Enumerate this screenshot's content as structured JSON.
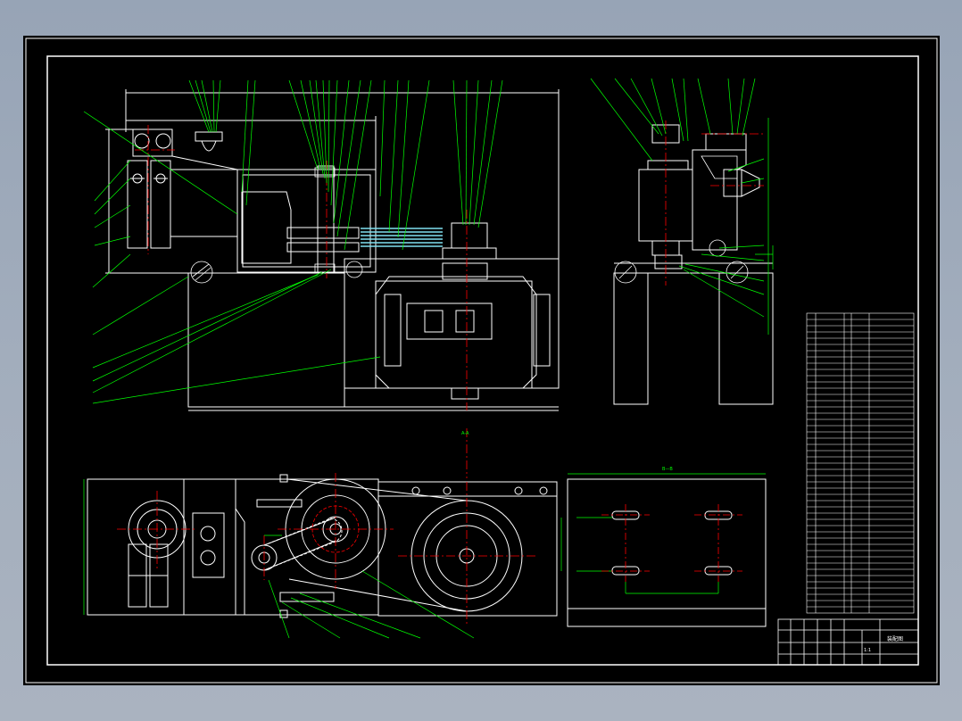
{
  "colors": {
    "background": "#000000",
    "frame": "#ffffff",
    "leader": "#00ff00",
    "center": "#ff0000",
    "hatch": "#ffffff",
    "cyan": "#80e0f0"
  },
  "views": {
    "section_label": "A-A",
    "top_section_label": "A—A",
    "side_section_label": "B—B"
  },
  "title_block": {
    "title": "装配图",
    "scale": "1:1"
  }
}
